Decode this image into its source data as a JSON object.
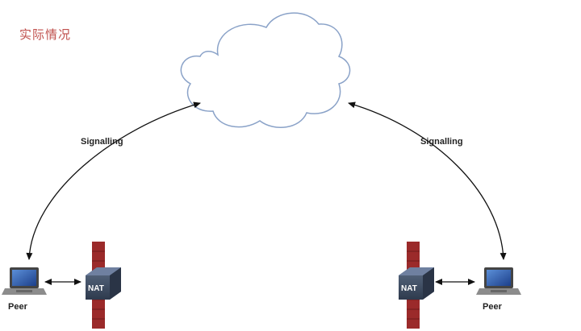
{
  "header": {
    "title": "实际情况"
  },
  "signalling": {
    "left_label": "Signalling",
    "right_label": "Signalling"
  },
  "peers": {
    "left_label": "Peer",
    "right_label": "Peer"
  },
  "nat": {
    "left_label": "NAT",
    "right_label": "NAT"
  },
  "colors": {
    "header_text": "#c0504d",
    "cloud_stroke": "#8aa2c8",
    "firewall_red": "#9b2a2a",
    "nat_box": "#3f5068",
    "arrow": "#111111"
  }
}
